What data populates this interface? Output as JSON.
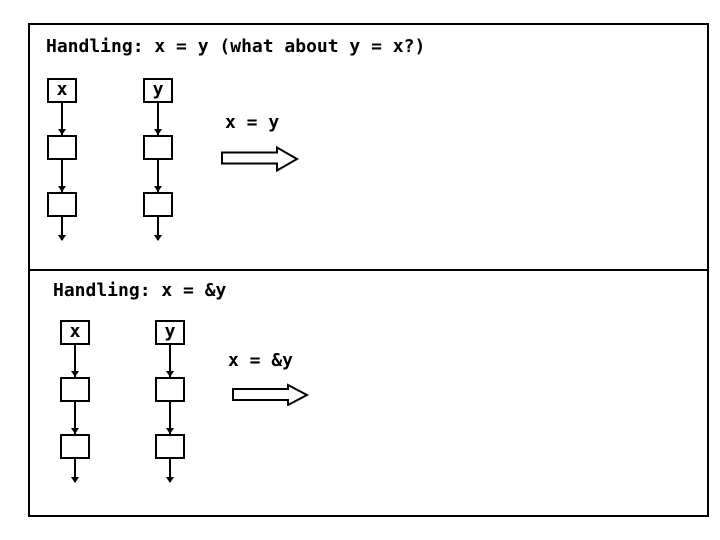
{
  "slide": {
    "background": "#ffffff",
    "ink": "#000000"
  },
  "panels": [
    {
      "title": "Handling: x = y (what about y = x?)",
      "operation": "x = y",
      "columns": [
        {
          "pointer_label": "x",
          "node_count": 2
        },
        {
          "pointer_label": "y",
          "node_count": 2
        }
      ]
    },
    {
      "title": "Handling: x = &y",
      "operation": "x = &y",
      "columns": [
        {
          "pointer_label": "x",
          "node_count": 2
        },
        {
          "pointer_label": "y",
          "node_count": 2
        }
      ]
    }
  ]
}
